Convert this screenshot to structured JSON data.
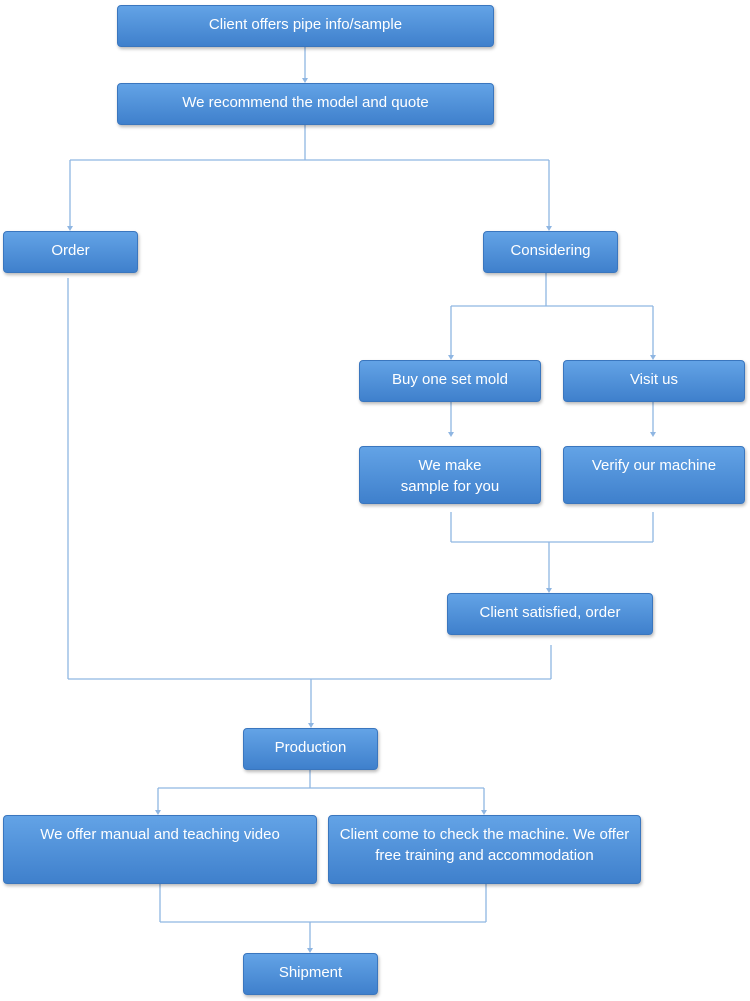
{
  "nodes": {
    "client_offers": "Client offers pipe info/sample",
    "recommend": "We recommend the model and quote",
    "order": "Order",
    "considering": "Considering",
    "buy_mold": "Buy one set mold",
    "visit": "Visit us",
    "make_sample": "We make sample for you",
    "verify": "Verify our machine",
    "satisfied": "Client satisfied, order",
    "production": "Production",
    "manual": "We offer manual and teaching video",
    "check_machine": "Client come to check the machine. We offer free training and accommodation",
    "shipment": "Shipment"
  },
  "colors": {
    "box_top": "#63a3e6",
    "box_bottom": "#3f80cc",
    "connector": "#8fb6e2"
  }
}
